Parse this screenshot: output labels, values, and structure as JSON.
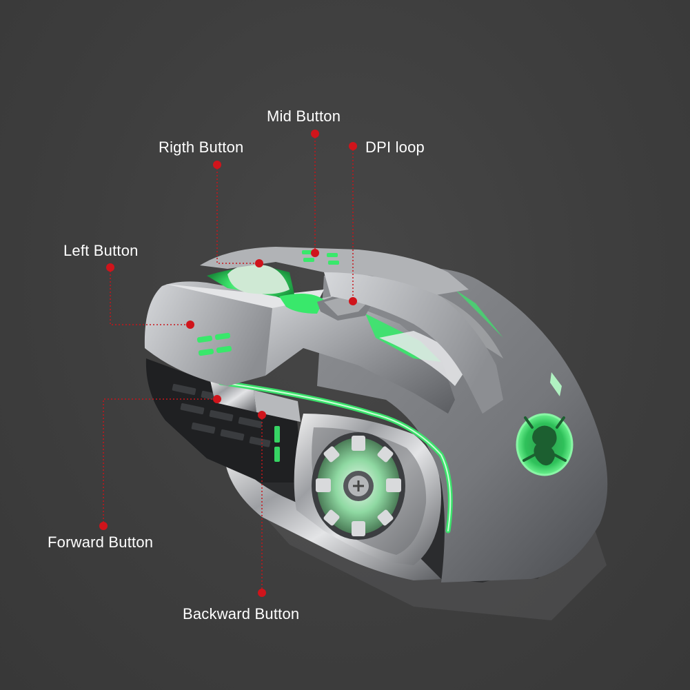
{
  "labels": {
    "mid_button": "Mid Button",
    "right_button": "Rigth Button",
    "dpi_loop": "DPI loop",
    "left_button": "Left Button",
    "forward_button": "Forward Button",
    "backward_button": "Backward Button"
  },
  "colors": {
    "background": "#3d3d3d",
    "marker": "#d0141b",
    "leader_line": "#c8141a",
    "label_text": "#ffffff",
    "mouse_body": "#9c9ea2",
    "led_glow": "#39e86b"
  },
  "icons": {
    "logo": "scorpion-logo-icon",
    "scroll_wheel": "scroll-wheel-icon"
  }
}
